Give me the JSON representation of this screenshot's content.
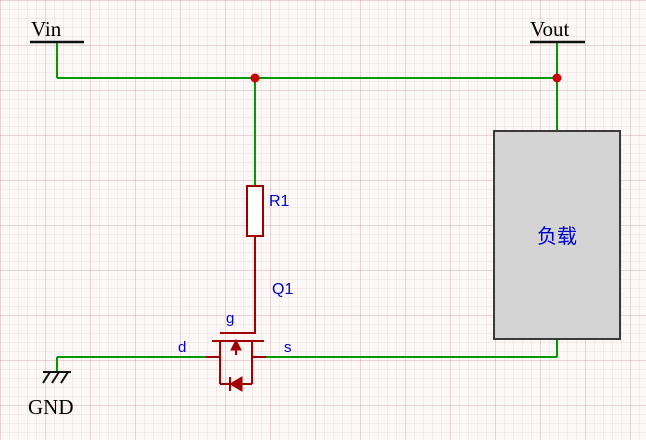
{
  "schematic": {
    "ports": {
      "vin": "Vin",
      "vout": "Vout",
      "gnd": "GND"
    },
    "components": {
      "resistor": {
        "designator": "R1"
      },
      "mosfet": {
        "designator": "Q1",
        "pins": {
          "gate": "g",
          "drain": "d",
          "source": "s"
        }
      },
      "load": {
        "label": "负载"
      }
    },
    "colors": {
      "wire": "#009B00",
      "component": "#A00000",
      "junction": "#CC0000",
      "designator_text": "#0000CC",
      "port_text": "#000000",
      "load_fill": "#D4D4D4",
      "load_border": "#3A3A3A",
      "background": "#FCF8F8"
    }
  }
}
